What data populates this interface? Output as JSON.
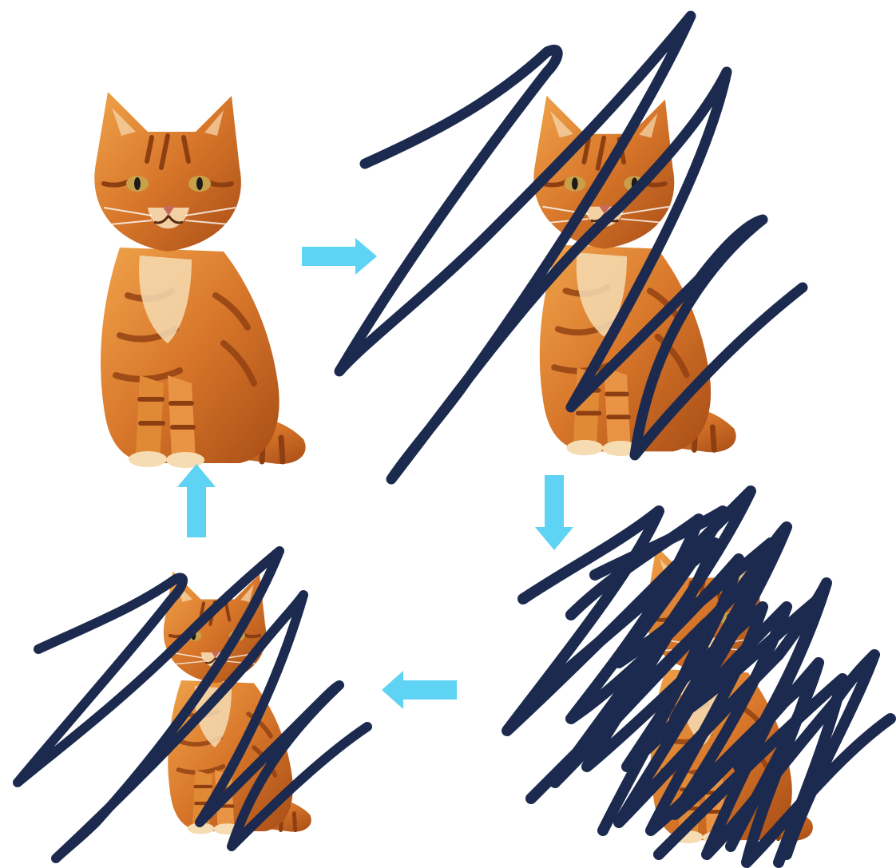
{
  "colors": {
    "background": "#ffffff",
    "arrow": "#5fd3f3",
    "scribble": "#1b2a4e",
    "fur_light": "#f0a24a",
    "fur_mid": "#d7762a",
    "fur_dark": "#8e3f11",
    "fur_cream": "#f6dcb3",
    "eye": "#c9a04a",
    "nose": "#c76a5a"
  },
  "diagram": {
    "type": "cycle",
    "flow": [
      "cat-clean",
      "cat-light-scribble",
      "cat-heavy-scribble",
      "cat-small-scribble"
    ],
    "stages": [
      {
        "id": "cat-clean",
        "icon": "orange-tabby-cat",
        "scribble_density": "none"
      },
      {
        "id": "cat-light-scribble",
        "icon": "orange-tabby-cat",
        "scribble_density": "light"
      },
      {
        "id": "cat-heavy-scribble",
        "icon": "orange-tabby-cat",
        "scribble_density": "heavy"
      },
      {
        "id": "cat-small-scribble",
        "icon": "orange-tabby-cat",
        "scribble_density": "light"
      }
    ],
    "arrows": [
      "arrow-right-icon",
      "arrow-down-icon",
      "arrow-left-icon",
      "arrow-up-icon"
    ]
  }
}
